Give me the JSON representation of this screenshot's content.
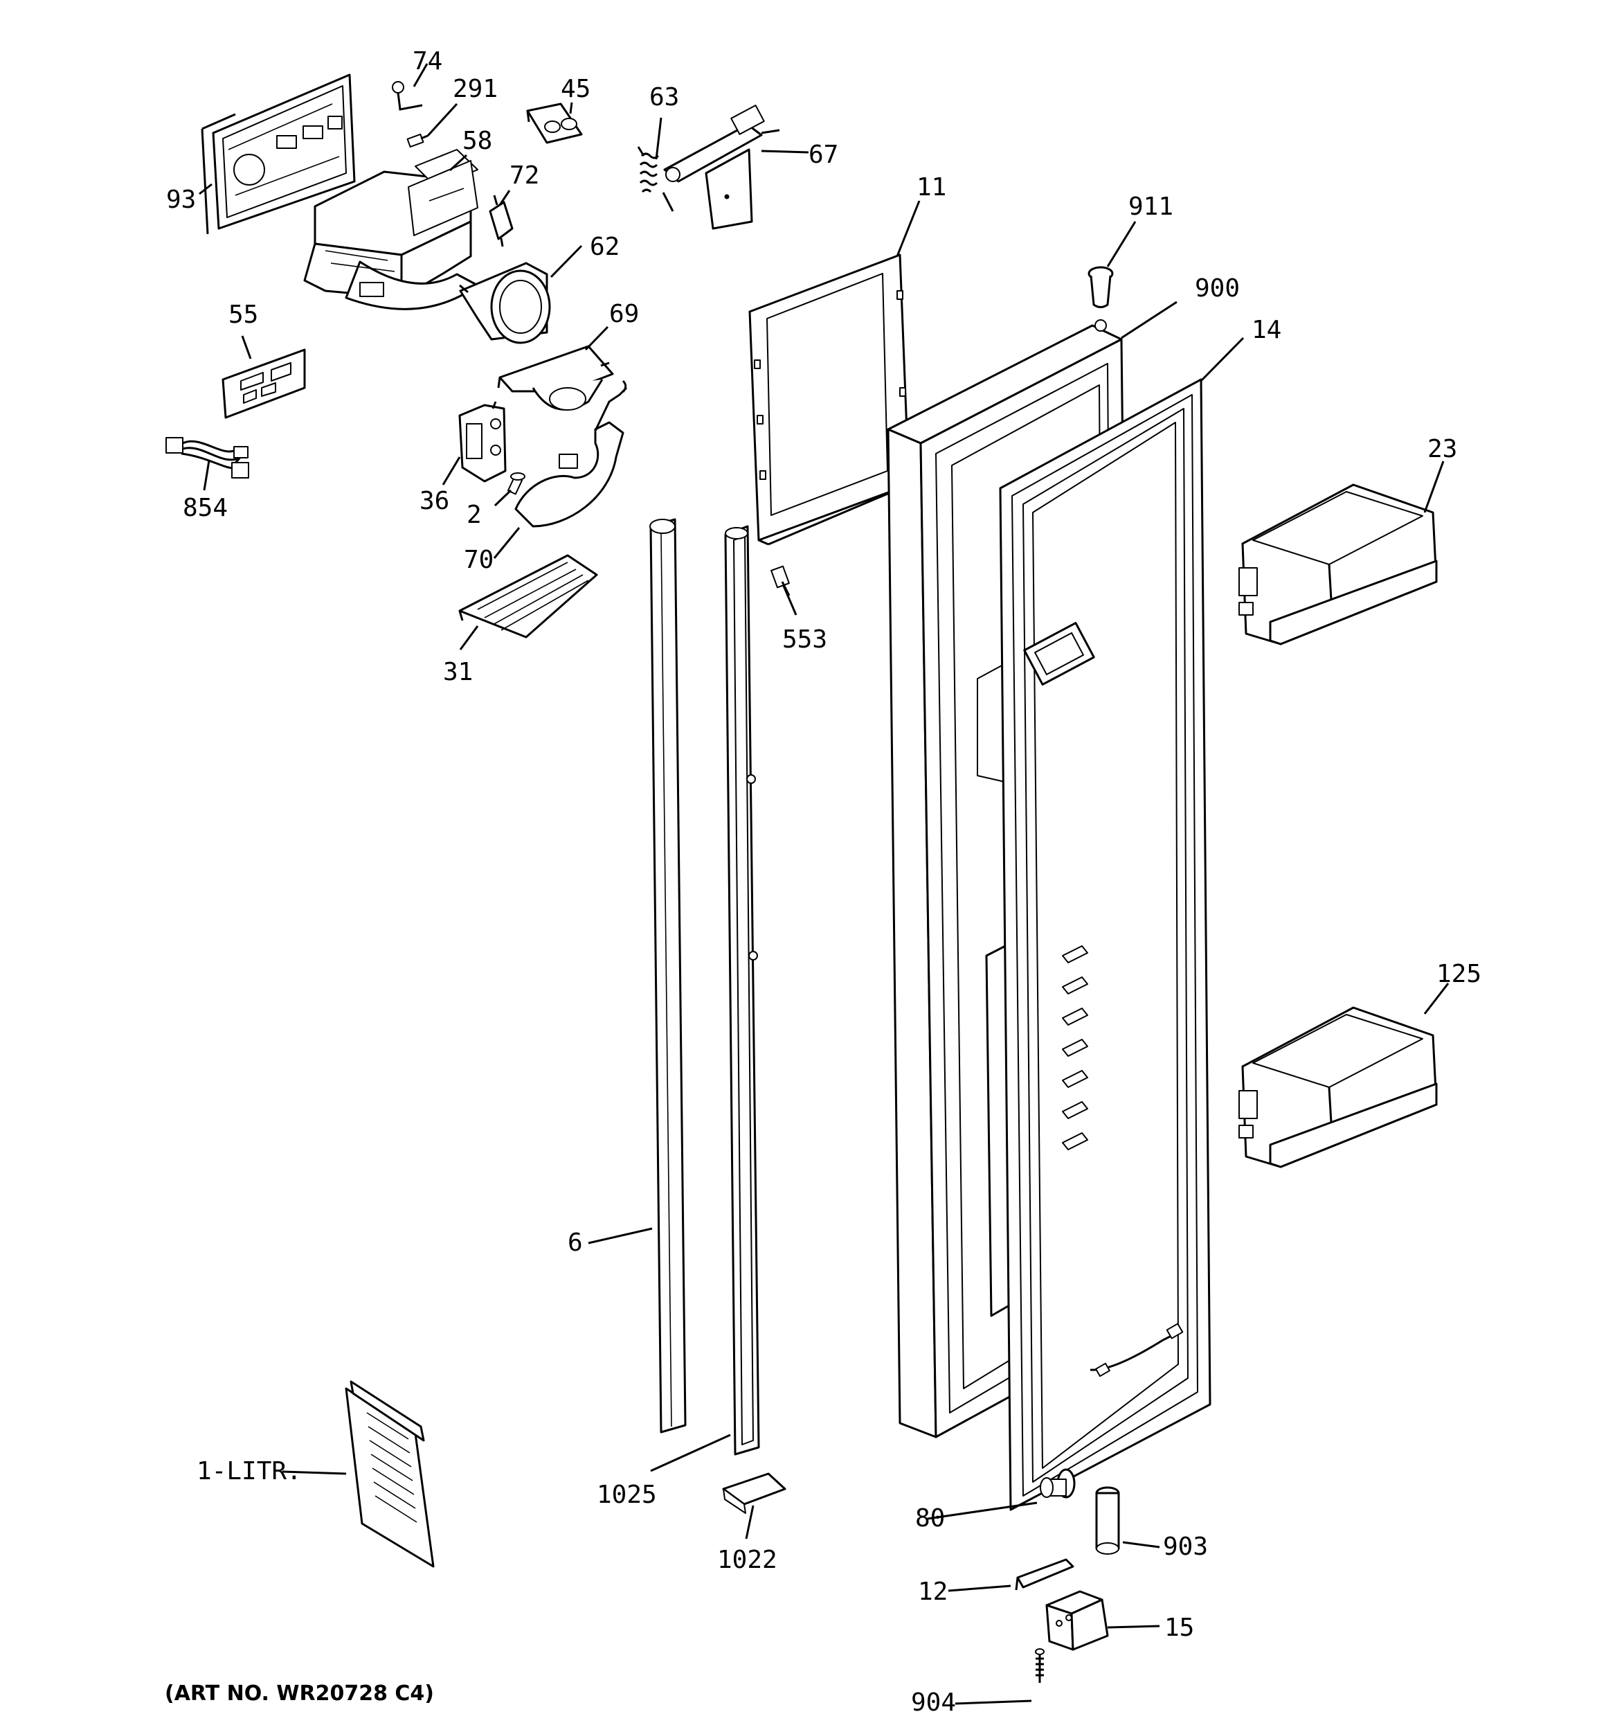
{
  "labels": {
    "p74": "74",
    "p291": "291",
    "p45": "45",
    "p63": "63",
    "p67": "67",
    "p58": "58",
    "p72": "72",
    "p93": "93",
    "p62": "62",
    "p11": "11",
    "p911": "911",
    "p900": "900",
    "p14": "14",
    "p55": "55",
    "p69": "69",
    "p23": "23",
    "p854": "854",
    "p36": "36",
    "p2": "2",
    "p70": "70",
    "p553": "553",
    "p31": "31",
    "p125": "125",
    "p6": "6",
    "p1litr": "1-LITR.",
    "p1025": "1025",
    "p80": "80",
    "p903": "903",
    "p1022": "1022",
    "p12": "12",
    "p15": "15",
    "p904": "904"
  },
  "art_number": "(ART NO. WR20728 C4)"
}
